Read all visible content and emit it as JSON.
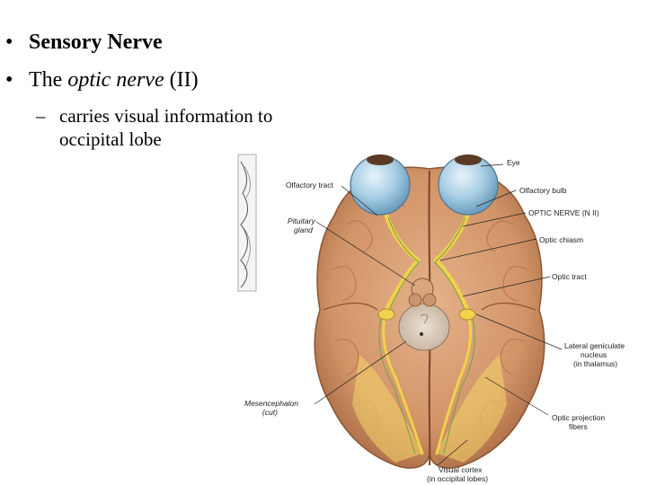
{
  "slide": {
    "bullets": [
      {
        "marker": "•",
        "text": "Sensory Nerve"
      },
      {
        "marker": "•",
        "prefix": "The ",
        "italic": "optic nerve",
        "suffix": " (II)"
      }
    ],
    "sub_bullet": {
      "marker": "–",
      "text": "carries visual information to occipital lobe"
    }
  },
  "figure": {
    "labels": {
      "eye": "Eye",
      "olfactory_tract": "Olfactory tract",
      "olfactory_bulb": "Olfactory bulb",
      "pituitary": "Pituitary",
      "gland": "gland",
      "optic_nerve": "OPTIC NERVE (N II)",
      "optic_chiasm": "Optic chiasm",
      "optic_tract": "Optic tract",
      "lateral_geniculate_1": "Lateral geniculate",
      "lateral_geniculate_2": "nucleus",
      "lateral_geniculate_3": "(in thalamus)",
      "mesencephalon_1": "Mesencephalon",
      "mesencephalon_2": "(cut)",
      "optic_projection_1": "Optic projection",
      "optic_projection_2": "fibers",
      "visual_cortex_1": "Visual cortex",
      "visual_cortex_2": "(in occipital lobes)"
    }
  }
}
